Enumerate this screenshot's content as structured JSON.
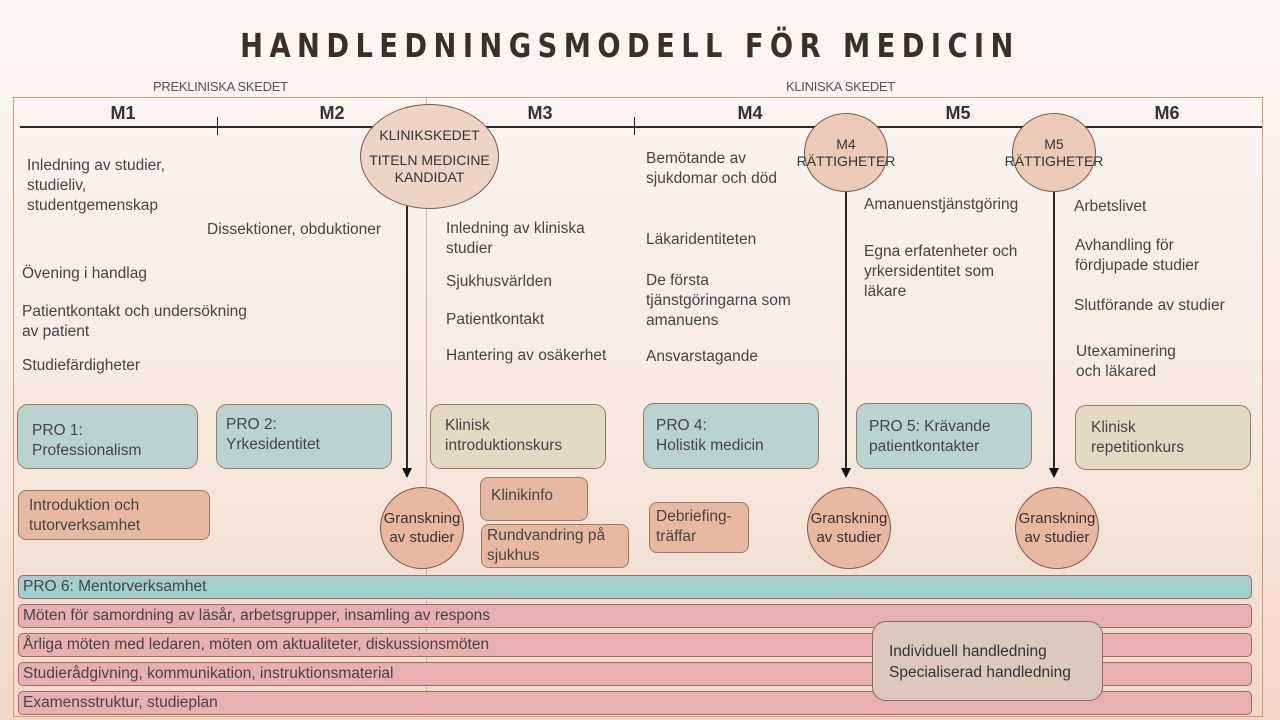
{
  "title": "HANDLEDNINGSMODELL FÖR MEDICIN",
  "phases": {
    "preclinical": "PREKLINISKA SKEDET",
    "clinical": "KLINISKA SKEDET"
  },
  "modules": [
    "M1",
    "M2",
    "M3",
    "M4",
    "M5",
    "M6"
  ],
  "milestones": {
    "clinical_stage": {
      "line1": "KLINIKSKEDET",
      "line2": "TITELN MEDICINE",
      "line3": "KANDIDAT"
    },
    "m4_rights": {
      "line1": "M4",
      "line2": "RÄTTIGHETER"
    },
    "m5_rights": {
      "line1": "M5",
      "line2": "RÄTTIGHETER"
    }
  },
  "topics": {
    "m1": [
      "Inledning av studier,\nstudieliv,\nstudentgemenskap",
      "Övening i handlag",
      "Patientkontakt och undersökning\nav patient",
      "Studiefärdigheter"
    ],
    "m2": [
      "Dissektioner, obduktioner"
    ],
    "m3": [
      "Inledning av kliniska\nstudier",
      "Sjukhusvärlden",
      "Patientkontakt",
      "Hantering av osäkerhet"
    ],
    "m4": [
      "Bemötande av\nsjukdomar och död",
      "Läkaridentiteten",
      "De första\ntjänstgöringarna som\namanuens",
      "Ansvarstagande"
    ],
    "m5": [
      "Amanuenstjänstgöring",
      "Egna erfatenheter och\nyrkersidentitet som\nläkare"
    ],
    "m6": [
      "Arbetslivet",
      "Avhandling för\nfördjupade studier",
      "Slutförande av studier",
      "Utexaminering\noch läkared"
    ]
  },
  "courses": {
    "pro1": "PRO 1:\nProfessionalism",
    "pro2": "PRO 2:\nYrkesidentitet",
    "klinisk_intro": "Klinisk\nintroduktionskurs",
    "pro4": "PRO 4:\nHolistik medicin",
    "pro5": "PRO 5: Krävande\npatientkontakter",
    "klinisk_rep": "Klinisk\nrepetitionkurs"
  },
  "activities": {
    "intro_tutor": "Introduktion och\ntutorverksamhet",
    "klinikinfo": "Klinikinfo",
    "rundvandring": "Rundvandring på\nsjukhus",
    "debriefing": "Debriefing-\nträffar"
  },
  "review_label": "Granskning\nav studier",
  "bars": [
    "PRO 6: Mentorverksamhet",
    "Möten för samordning av läsår, arbetsgrupper, insamling av respons",
    "Årliga möten med ledaren, möten om aktualiteter, diskussionsmöten",
    "Studierådgivning, kommunikation, instruktionsmaterial",
    "Examensstruktur, studieplan"
  ],
  "individual": "Individuell handledning\nSpecialiserad handledning",
  "colors": {
    "teal": "#b9d4cf",
    "beige": "#e2dac3",
    "peach": "#e8b9a2",
    "pink": "#e9b0b2",
    "bar_teal": "#a2cfcd"
  }
}
